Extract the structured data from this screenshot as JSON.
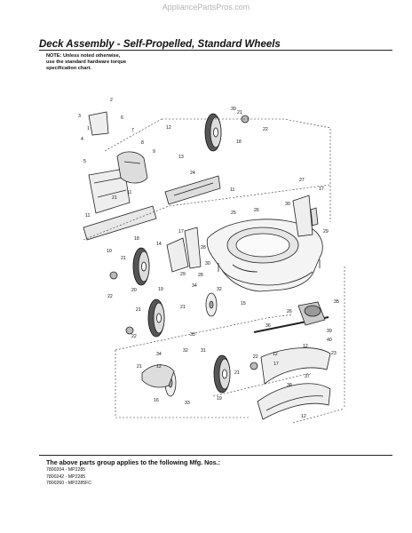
{
  "watermark": "AppliancePartsPros.com",
  "title": "Deck Assembly - Self-Propelled, Standard Wheels",
  "note": {
    "line1": "NOTE: Unless noted otherwise,",
    "line2": "use the standard hardware torque",
    "line3": "specification chart."
  },
  "applies_heading": "The above parts group applies to the following Mfg. Nos.:",
  "models": [
    "7800204 - MP2285",
    "7800242 - MP2285",
    "7800260 - MP2285FC"
  ],
  "callouts": {
    "c1": "1",
    "c2": "2",
    "c3": "3",
    "c4": "4",
    "c5": "5",
    "c6": "6",
    "c7": "7",
    "c8": "8",
    "c9": "9",
    "c10": "10",
    "c11": "11",
    "c12": "12",
    "c13": "13",
    "c14": "14",
    "c15": "15",
    "c16": "16",
    "c17": "17",
    "c18": "18",
    "c19": "19",
    "c20": "20",
    "c21": "21",
    "c22": "22",
    "c23": "23",
    "c24": "24",
    "c25": "25",
    "c26": "26",
    "c27": "27",
    "c28": "28",
    "c29": "29",
    "c30": "30",
    "c31": "31",
    "c32": "32",
    "c33": "33",
    "c34": "34",
    "c35": "35",
    "c36": "36",
    "c37": "37",
    "c38": "38",
    "c39": "39",
    "c40": "40"
  }
}
